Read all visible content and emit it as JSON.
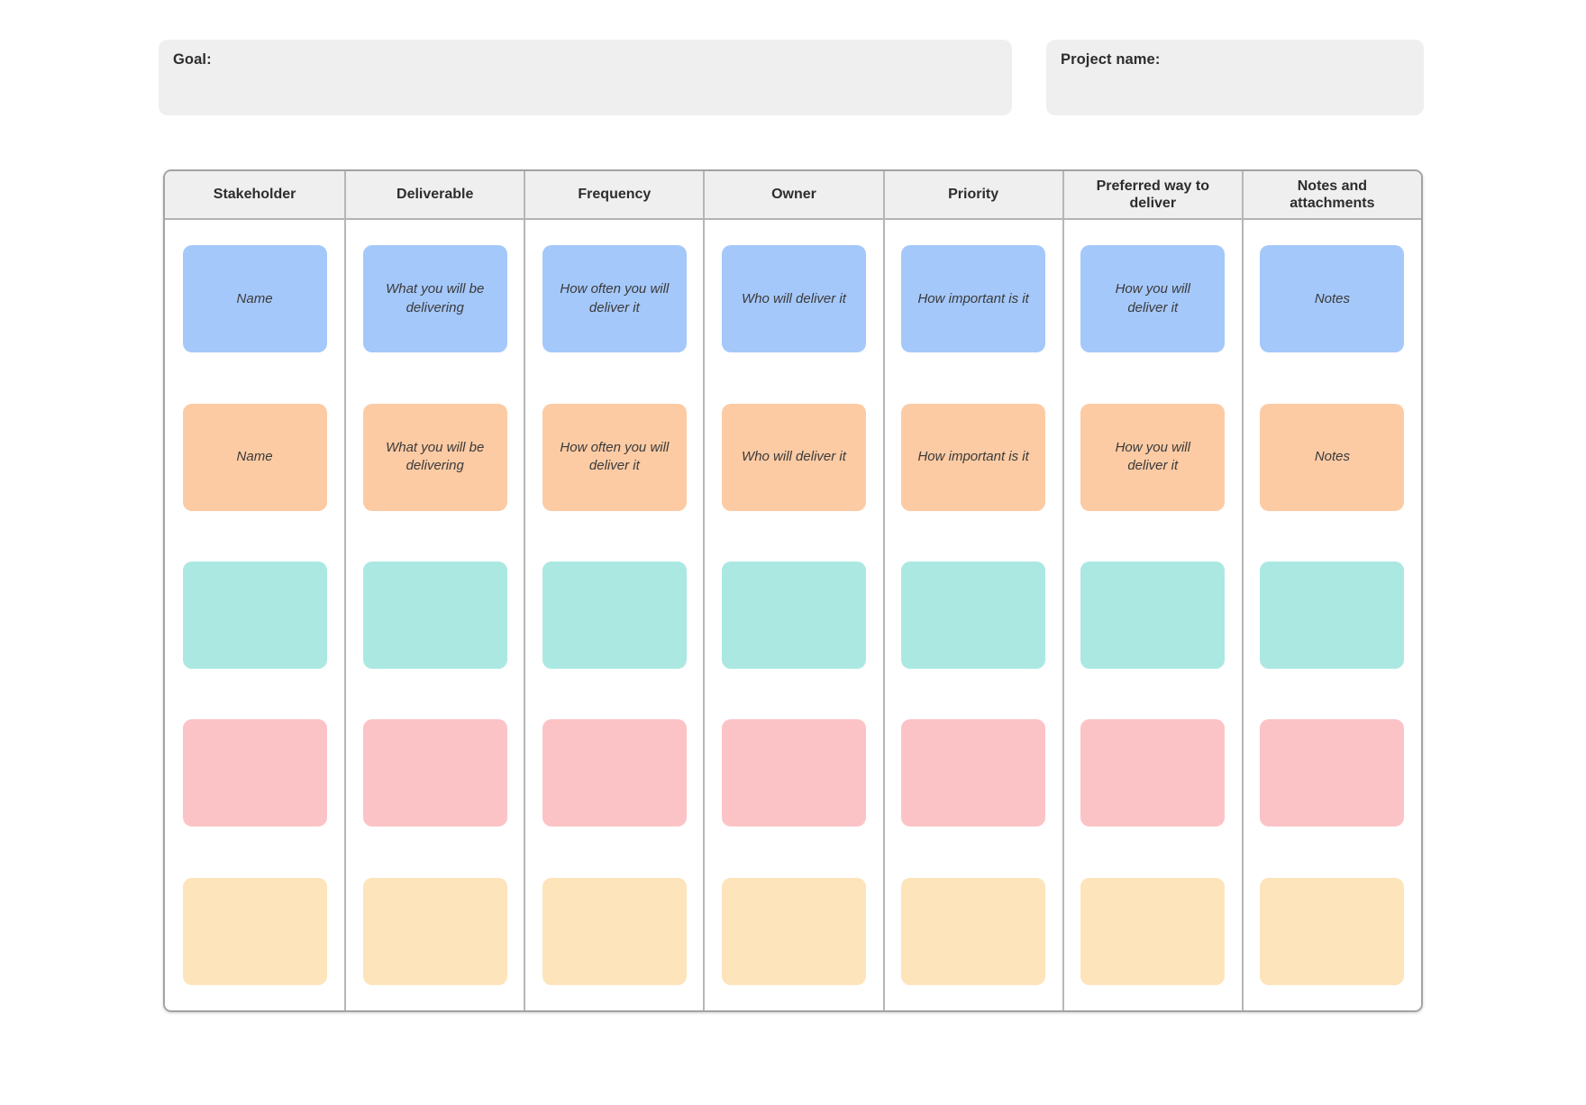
{
  "page": {
    "background_color": "#ffffff",
    "text_color": "#2d2d2d",
    "table_border_color": "#a3a3a3",
    "table_divider_color": "#b6b6b6",
    "header_background_color": "#efefef",
    "field_background_color": "#efefef"
  },
  "fields": {
    "goal_label": "Goal:",
    "goal_value": "",
    "project_label": "Project name:",
    "project_value": ""
  },
  "table": {
    "headers": [
      "Stakeholder",
      "Deliverable",
      "Frequency",
      "Owner",
      "Priority",
      "Preferred way to deliver",
      "Notes and attachments"
    ],
    "rows": [
      {
        "color": "#a5c8fa",
        "color_name": "blue",
        "cells": [
          "Name",
          "What you will be delivering",
          "How often you will deliver it",
          "Who will deliver it",
          "How important is it",
          "How you will deliver it",
          "Notes"
        ]
      },
      {
        "color": "#fccba4",
        "color_name": "orange",
        "cells": [
          "Name",
          "What you will be delivering",
          "How often you will deliver it",
          "Who will deliver it",
          "How important is it",
          "How you will deliver it",
          "Notes"
        ]
      },
      {
        "color": "#abe8e2",
        "color_name": "teal",
        "cells": [
          "",
          "",
          "",
          "",
          "",
          "",
          ""
        ]
      },
      {
        "color": "#fcc3c7",
        "color_name": "pink",
        "cells": [
          "",
          "",
          "",
          "",
          "",
          "",
          ""
        ]
      },
      {
        "color": "#fde4bb",
        "color_name": "cream",
        "cells": [
          "",
          "",
          "",
          "",
          "",
          "",
          ""
        ]
      }
    ]
  }
}
